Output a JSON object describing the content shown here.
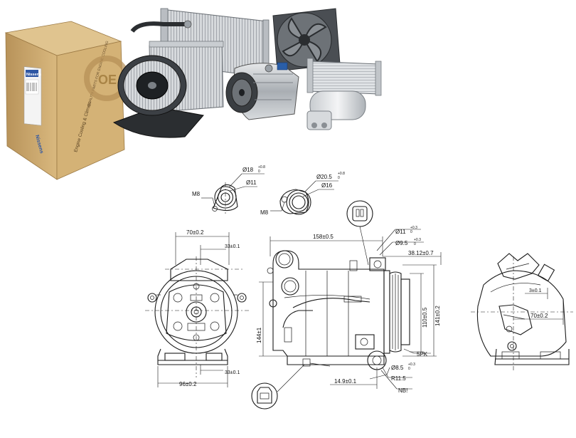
{
  "photo": {
    "box_brand": "Nissens",
    "box_brand_side": "Nissens",
    "box_tagline": "Engine Cooling & Climate",
    "box_side_text": "QUALITY PARTS FOR ENGINE COOLING",
    "box_badge": "OE Q"
  },
  "colors": {
    "box": "#c9a56b",
    "box_dark": "#a7834c",
    "metal": "#9aa0a6",
    "metal_dark": "#3b3f44",
    "label_blue": "#2f57a3",
    "line": "#1a1a1a"
  },
  "drawing": {
    "port1": {
      "outer": "Ø18",
      "outer_tol_upper": "+0.8",
      "outer_tol_lower": "0",
      "inner": "Ø11",
      "thread": "M8"
    },
    "port2": {
      "outer": "Ø20.5",
      "outer_tol_upper": "+0.8",
      "outer_tol_lower": "0",
      "inner": "Ø16",
      "thread": "M8"
    },
    "front": {
      "top_width": "70±0.2",
      "offset_top": "33±0.1",
      "offset_bottom": "33±0.1",
      "bottom_width": "96±0.2"
    },
    "side": {
      "length": "158±0.5",
      "hole1": "Ø11",
      "hole1_tol_upper": "+0.3",
      "hole1_tol_lower": "0",
      "hole2": "Ø9.5",
      "hole2_tol_upper": "+0.3",
      "hole2_tol_lower": "0",
      "pulley_offset": "38.12±0.7",
      "height": "144±1",
      "pulley_dia": "110±0.5",
      "overall_height": "141±0.2",
      "belt": "5PK",
      "hole3": "Ø8.5",
      "hole3_tol_upper": "+0.3",
      "hole3_tol_lower": "0",
      "radius": "R11.5",
      "base_offset": "14.9±0.1",
      "note": "NB!"
    },
    "rear": {
      "offset": "3±0.1",
      "width": "70±0.2"
    }
  }
}
